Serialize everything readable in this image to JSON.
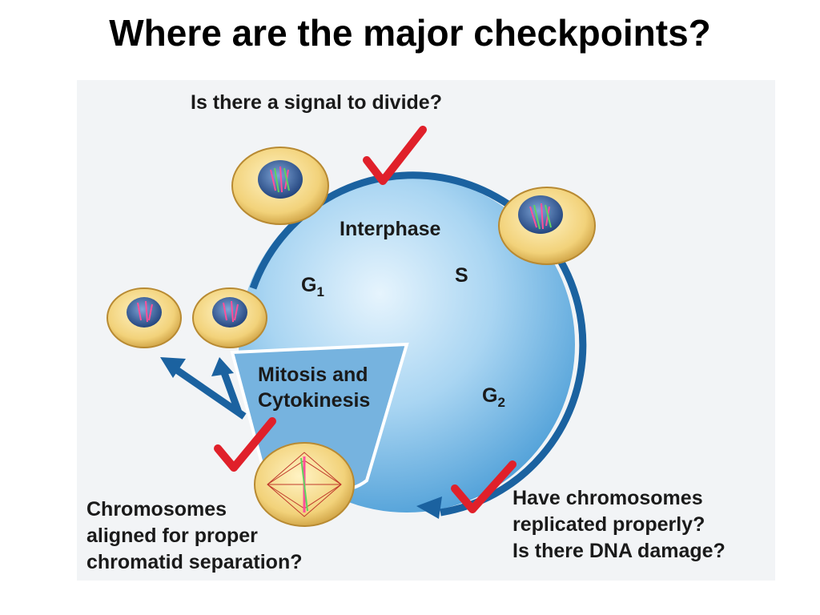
{
  "title": "Where are the major checkpoints?",
  "diagram": {
    "checkpoint_g1_question": "Is there a signal to divide?",
    "interphase_label": "Interphase",
    "g1_label": "G",
    "g1_sub": "1",
    "s_label": "S",
    "g2_label": "G",
    "g2_sub": "2",
    "mitosis_label_line1": "Mitosis and",
    "mitosis_label_line2": "Cytokinesis",
    "checkpoint_m_question": [
      "Chromosomes",
      "aligned for proper",
      "chromatid separation?"
    ],
    "checkpoint_g2_question": [
      "Have chromosomes",
      "replicated properly?",
      "Is there DNA damage?"
    ]
  },
  "colors": {
    "cycle_fill_light": "#d6ecfa",
    "cycle_fill_dark": "#4da0d8",
    "arrow_blue": "#1b62a0",
    "check_red": "#e0202a",
    "cell_yellow": "#f2d27a",
    "nucleus_blue": "#3a5f9e"
  }
}
